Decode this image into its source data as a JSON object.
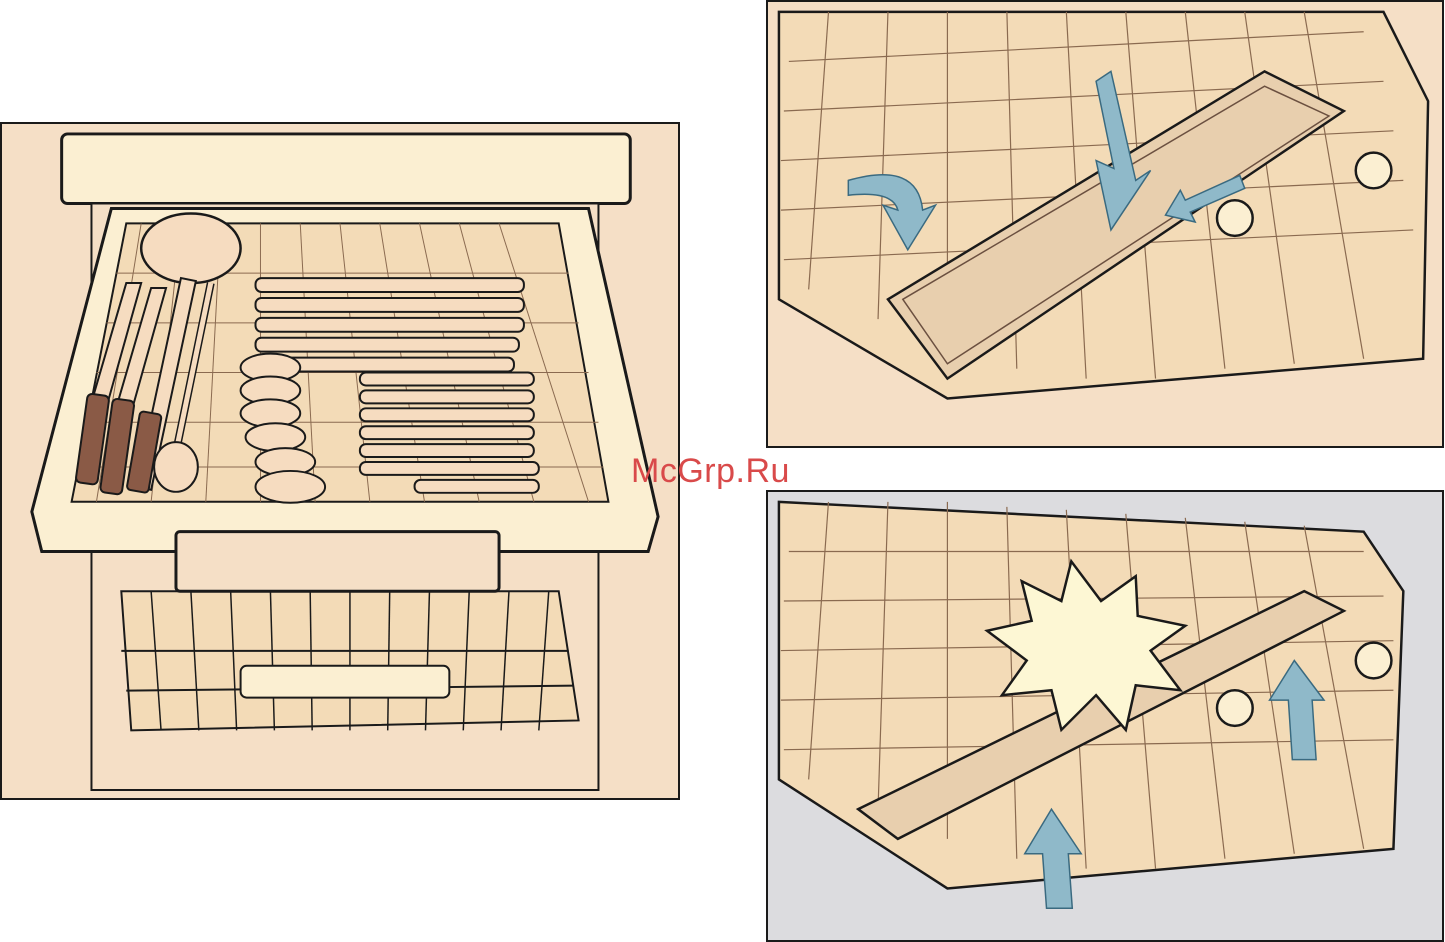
{
  "watermark": {
    "text": "McGrp.Ru"
  },
  "colors": {
    "beige": "#f5dfc6",
    "cream": "#fbefd2",
    "rack_light": "#f3dbb7",
    "cutlery": "#f6dcc0",
    "handle": "#8a5a46",
    "arrow_blue": "#8fb9c9",
    "panel_gray": "#dcdcdf",
    "star": "#fdf7d4",
    "outline": "#1a1a1a",
    "watermark": "#d94a4a"
  },
  "panels": [
    {
      "id": "cutlery-drawer-overview",
      "icons": [
        "cutlery-drawer-icon",
        "ladle-icon",
        "knife-icon",
        "fork-icon",
        "spoon-icon",
        "lower-rack-icon"
      ]
    },
    {
      "id": "insert-removal-step",
      "icons": [
        "down-arrow-icon",
        "curved-arrow-icon",
        "slide-arrow-icon",
        "insert-tray-icon"
      ]
    },
    {
      "id": "insert-click-step",
      "icons": [
        "click-starburst-icon",
        "up-arrow-icon"
      ]
    }
  ]
}
